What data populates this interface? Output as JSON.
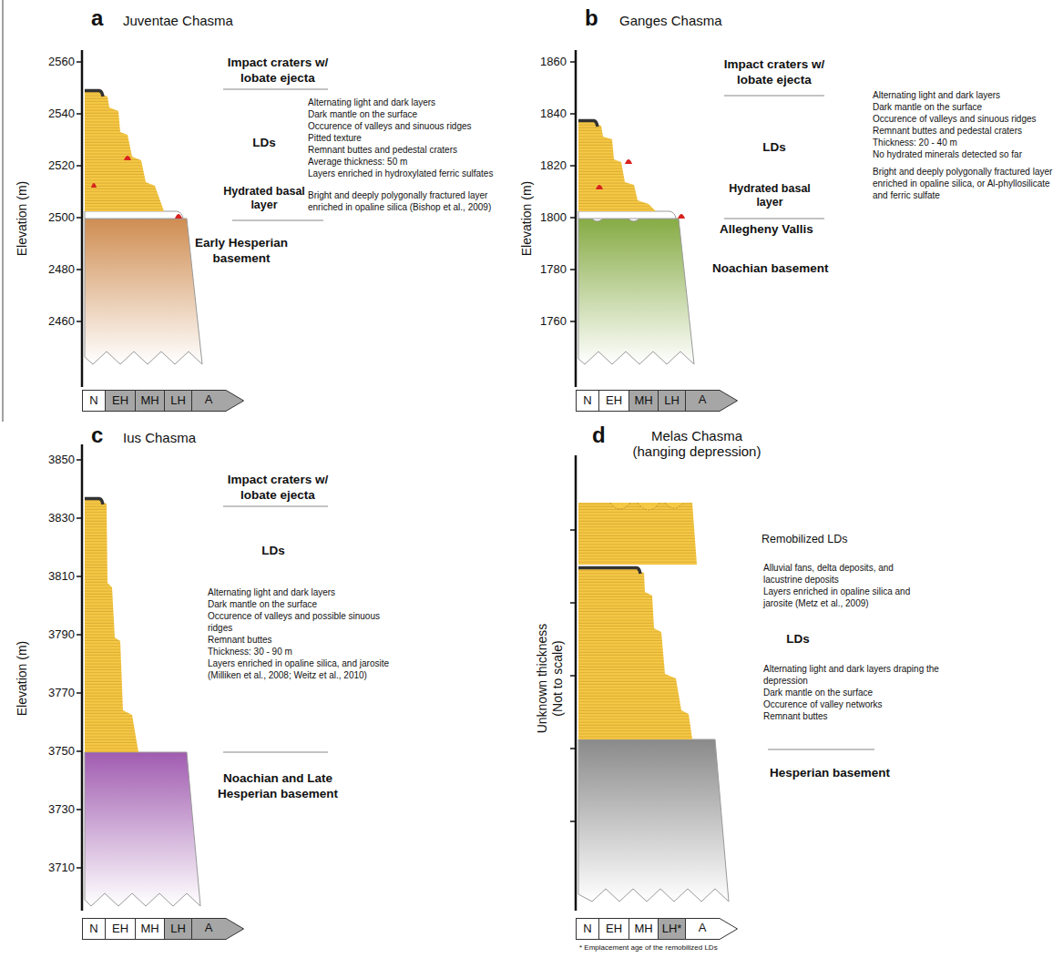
{
  "diagram": {
    "nodes": [
      {
        "text": [
          "N"
        ]
      },
      {
        "text": [
          "EH"
        ]
      },
      {
        "text": [
          "MH"
        ]
      },
      {
        "text": [
          "LH"
        ]
      },
      {
        "text": [
          "A"
        ]
      },
      {
        "text": [
          "N"
        ]
      },
      {
        "text": [
          "EH"
        ]
      },
      {
        "text": [
          "MH"
        ]
      },
      {
        "text": [
          "LH"
        ]
      },
      {
        "text": [
          "A"
        ]
      },
      {
        "text": [
          "N"
        ]
      },
      {
        "text": [
          "EH"
        ]
      },
      {
        "text": [
          "MH"
        ]
      },
      {
        "text": [
          "LH"
        ]
      },
      {
        "text": [
          "A"
        ]
      },
      {
        "text": [
          "N"
        ]
      },
      {
        "text": [
          "EH"
        ]
      },
      {
        "text": [
          "MH"
        ]
      },
      {
        "text": [
          "LH*"
        ]
      },
      {
        "text": [
          "A"
        ]
      }
    ],
    "labels": [
      "a",
      "Juventae Chasma",
      "2560",
      "2540",
      "2520",
      "2500",
      "2480",
      "2460",
      "Elevation (m)",
      "Impact craters w/ lobate ejecta",
      "LDs",
      "Alternating light and dark layers",
      "Dark mantle on the surface",
      "Occurence of valleys and sinuous ridges",
      "Pitted texture",
      "Remnant buttes and pedestal craters",
      "Average thickness: 50 m",
      "Layers enriched in hydroxylated ferric sulfates",
      "Hydrated basal layer",
      "Bright and deeply polygonally fractured layer enriched in opaline silica (Bishop et al., 2009)",
      "Early Hesperian basement",
      "b",
      "Ganges Chasma",
      "1860",
      "1840",
      "1820",
      "1800",
      "1780",
      "1760",
      "Elevation (m)",
      "Impact craters w/ lobate ejecta",
      "LDs",
      "Alternating light and dark layers",
      "Dark mantle on the surface",
      "Occurence of valleys and sinuous ridges",
      "Remnant buttes and pedestal craters",
      "Thickness: 20 - 40 m",
      "No hydrated minerals detected so far",
      "Hydrated basal layer",
      "Bright and deeply polygonally fractured layer enriched in opaline silica, or Al-phyllosilicate and ferric sulfate",
      "Allegheny Vallis",
      "Noachian basement",
      "c",
      "Ius Chasma",
      "3850",
      "3830",
      "3810",
      "3790",
      "3770",
      "3750",
      "3730",
      "3710",
      "Elevation (m)",
      "Impact craters w/ lobate ejecta",
      "LDs",
      "Alternating light and dark layers",
      "Dark mantle on the surface",
      "Occurence of valleys and possible sinuous ridges",
      "Remnant buttes",
      "Thickness: 30 - 90 m",
      "Layers enriched in opaline silica, and jarosite (Milliken et al., 2008; Weitz et al., 2010)",
      "Noachian and Late Hesperian basement",
      "d",
      "Melas Chasma (hanging depression)",
      "Unknown thickness (Not to scale)",
      "Remobilized LDs",
      "Alluvial fans, delta deposits, and lacustrine deposits",
      "Layers enriched in opaline silica and jarosite (Metz et al., 2009)",
      "LDs",
      "Alternating light and dark layers draping the depression",
      "Dark mantle on the surface",
      "Occurence of valley networks",
      "Remnant buttes",
      "Hesperian basement",
      "* Emplacement age of the remobilized LDs"
    ]
  }
}
